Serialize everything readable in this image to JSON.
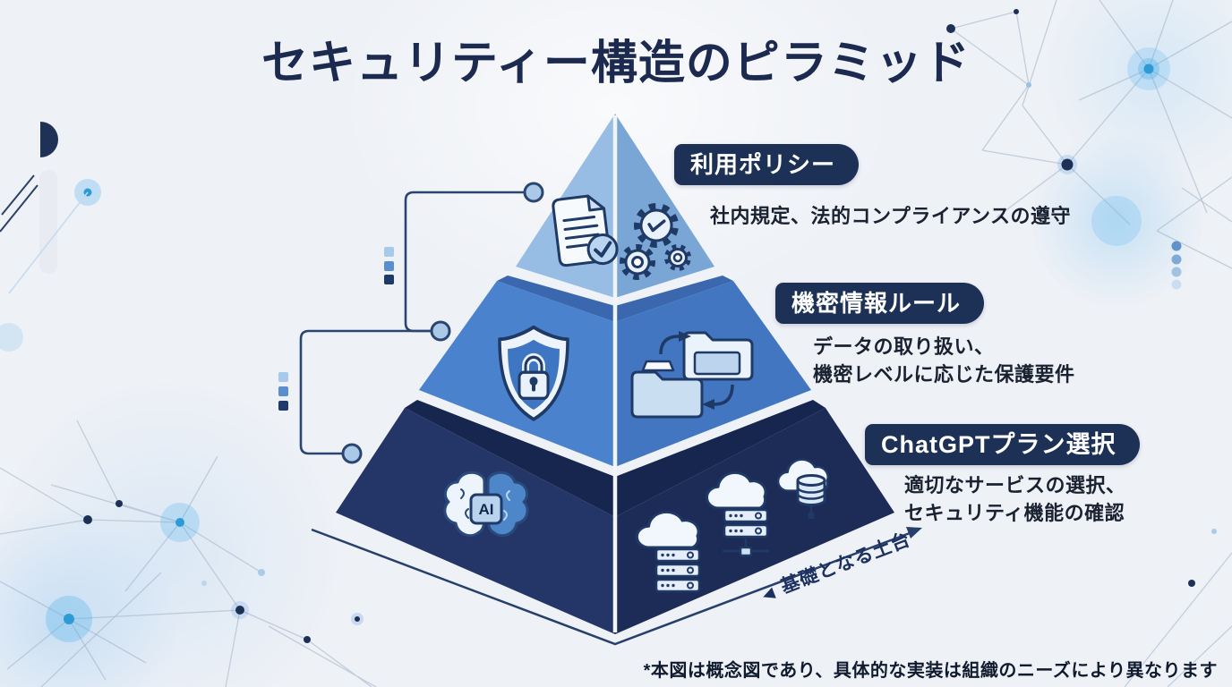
{
  "title": "セキュリティー構造のピラミッド",
  "pyramid": {
    "tiers": [
      {
        "id": "usage-policy",
        "label": "利用ポリシー",
        "description_lines": [
          "社内規定、法的コンプライアンスの遵守"
        ],
        "icons": [
          "document-check-icon",
          "gears-check-icon"
        ]
      },
      {
        "id": "confidential-info-rules",
        "label": "機密情報ルール",
        "description_lines": [
          "データの取り扱い、",
          "機密レベルに応じた保護要件"
        ],
        "icons": [
          "shield-lock-icon",
          "folder-transfer-icon"
        ]
      },
      {
        "id": "chatgpt-plan-selection",
        "label": "ChatGPTプラン選択",
        "description_lines": [
          "適切なサービスの選択、",
          "セキュリティ機能の確認"
        ],
        "icons": [
          "ai-brain-icon",
          "cloud-server-icon",
          "cloud-database-icon"
        ]
      }
    ],
    "axis": {
      "marker": "◀",
      "label": "基礎となる土台"
    }
  },
  "footnote": "*本図は概念図であり、具体的な実装は組織のニーズにより異なります",
  "colors": {
    "background": "#eef1f6",
    "title-text": "#1b2a4e",
    "body-text": "#1a2130",
    "pill-bg": "#1d3157",
    "pill-text": "#ffffff",
    "tier1-left": "#98bde4",
    "tier1-right": "#7aa6d6",
    "tier2-top": "#3b67ae",
    "tier2-left": "#4b82cd",
    "tier2-right": "#4276c1",
    "tier3-top": "#17264e",
    "tier3-left": "#243667",
    "tier3-right": "#1d2c57",
    "outline-navy": "#1f3a66",
    "connector": "#2a456f",
    "glow-cyan": "#2d9bd6",
    "net-line": "#9fb0c6",
    "axis-text": "#1d3160"
  }
}
